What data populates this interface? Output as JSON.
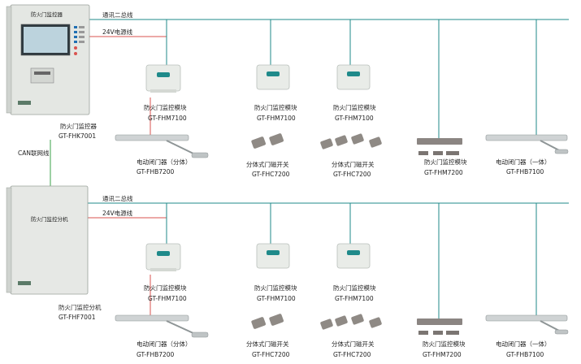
{
  "lines": {
    "bus_top": "通讯二总线",
    "power_top": "24V电源线",
    "bus_bottom": "通讯二总线",
    "power_bottom": "24V电源线",
    "can": "CAN联网线"
  },
  "colors": {
    "bus": "#1f8a8a",
    "power": "#d9534f",
    "can": "#3aa04a",
    "device_body": "#e9ece8",
    "device_edge": "#b9bfba"
  },
  "controller": {
    "screen_title": "防火门监控器",
    "name": "防火门监控器",
    "model": "GT-FHK7001"
  },
  "sub_controller": {
    "panel_title": "防火门监控分机",
    "name": "防火门监控分机",
    "model": "GT-FHF7001"
  },
  "modules": {
    "monitor_name": "防火门监控模块",
    "monitor_model": "GT-FHM7100",
    "split_closer_name": "电动闭门器（分体）",
    "split_closer_model": "GT-FHB7200",
    "door_switch_name": "分体式门磁开关",
    "door_switch_model": "GT-FHC7200",
    "monitor2_name": "防火门监控模块",
    "monitor2_model": "GT-FHM7200",
    "integrated_closer_name": "电动闭门器（一体）",
    "integrated_closer_model": "GT-FHB7100"
  }
}
